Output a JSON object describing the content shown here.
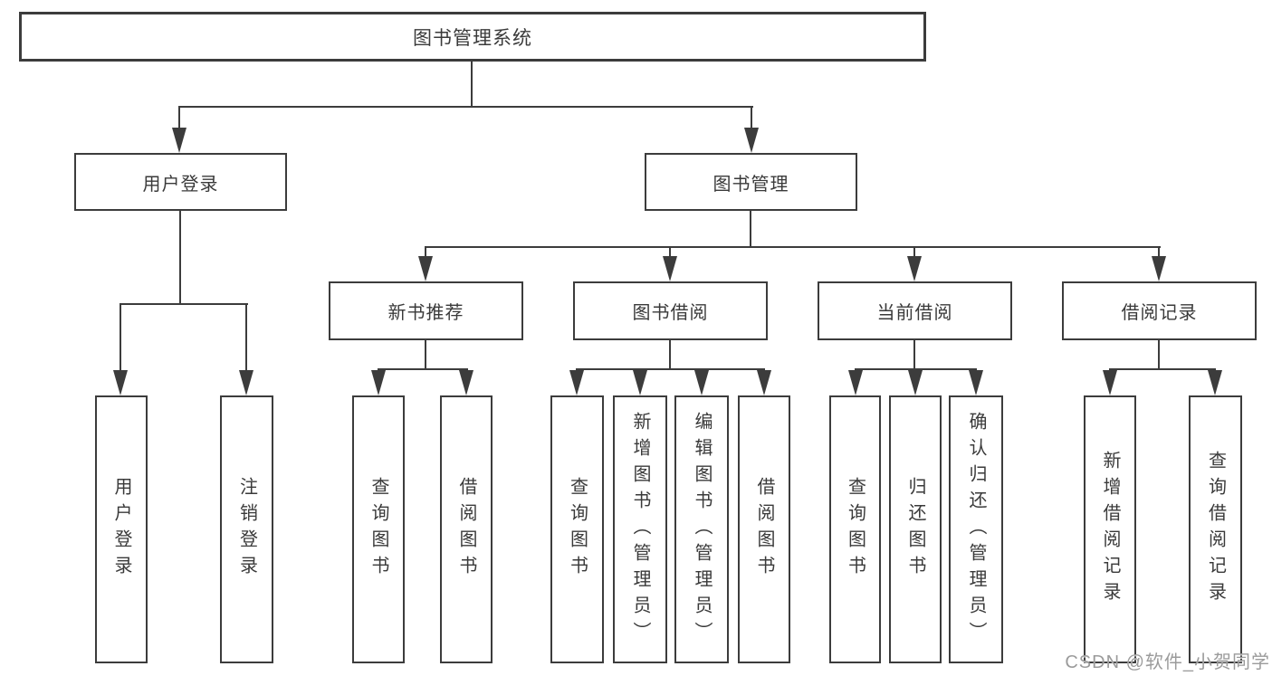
{
  "nodes": {
    "root": "图书管理系统",
    "level2": {
      "user_login": "用户登录",
      "book_management": "图书管理"
    },
    "level3": {
      "new_book_recommendation": "新书推荐",
      "book_borrowing": "图书借阅",
      "current_borrowing": "当前借阅",
      "borrowing_records": "借阅记录"
    },
    "leaves": {
      "g1": [
        "用户登录",
        "注销登录"
      ],
      "g2": [
        "查询图书",
        "借阅图书"
      ],
      "g3": [
        "查询图书",
        "新增图书（管理员）",
        "编辑图书（管理员）",
        "借阅图书"
      ],
      "g4": [
        "查询图书",
        "归还图书",
        "确认归还（管理员）"
      ],
      "g5": [
        "新增借阅记录",
        "查询借阅记录"
      ]
    }
  },
  "watermark": "CSDN @软件_小贺同学",
  "colors": {
    "line": "#3c3c3c",
    "text": "#3a3a3a",
    "watermark": "#9b9b9b",
    "background": "#ffffff"
  }
}
